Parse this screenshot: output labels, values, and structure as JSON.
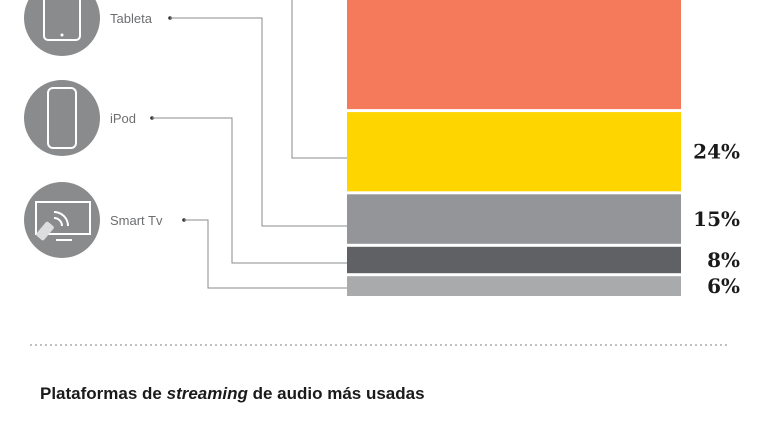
{
  "chart_data": {
    "type": "bar",
    "stacked": true,
    "unit": "%",
    "series": [
      {
        "name": "",
        "value": null,
        "color": "#F47A5B",
        "label": ""
      },
      {
        "name": "",
        "value": 24,
        "color": "#FFD500",
        "label": "24%"
      },
      {
        "name": "Tableta",
        "value": 15,
        "color": "#939598",
        "label": "15%"
      },
      {
        "name": "iPod",
        "value": 8,
        "color": "#606165",
        "label": "8%"
      },
      {
        "name": "Smart Tv",
        "value": 6,
        "color": "#A9AAAC",
        "label": "6%"
      }
    ],
    "devices": [
      {
        "name": "Tableta",
        "icon": "tablet-icon",
        "segment": 2
      },
      {
        "name": "iPod",
        "icon": "phone-icon",
        "segment": 3
      },
      {
        "name": "Smart Tv",
        "icon": "smart-tv-icon",
        "segment": 4
      }
    ]
  },
  "next_section": {
    "title_pre": "Plataformas de ",
    "title_em": "streaming",
    "title_post": " de audio más usadas"
  }
}
